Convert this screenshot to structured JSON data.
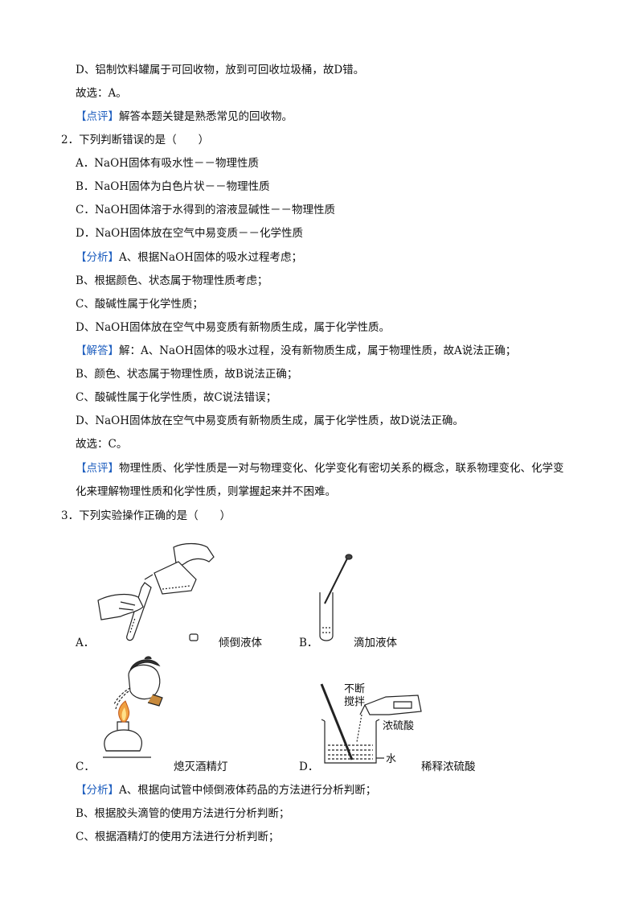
{
  "lines": [
    "D、铝制饮料罐属于可回收物，放到可回收垃圾桶，故D错。",
    "故选：A。",
    "解答本题关键是熟悉常见的回收物。",
    "2．下列判断错误的是（　　）",
    "A．NaOH固体有吸水性－－物理性质",
    "B．NaOH固体为白色片状－－物理性质",
    "C．NaOH固体溶于水得到的溶液显碱性－－物理性质",
    "D．NaOH固体放在空气中易变质－－化学性质",
    "A、根据NaOH固体的吸水过程考虑；",
    "B、根据颜色、状态属于物理性质考虑；",
    "C、酸碱性属于化学性质；",
    "D、NaOH固体放在空气中易变质有新物质生成，属于化学性质。",
    "解：A、NaOH固体的吸水过程，没有新物质生成，属于物理性质，故A说法正确；",
    "B、颜色、状态属于物理性质，故B说法正确；",
    "C、酸碱性属于化学性质，故C说法错误；",
    "D、NaOH固体放在空气中易变质有新物质生成，属于化学性质，故D说法正确。",
    "故选：C。",
    "物理性质、化学性质是一对与物理变化、化学变化有密切关系的概念，联系物理变化、化学变",
    "化来理解物理性质和化学性质，则掌握起来并不困难。",
    "3．下列实验操作正确的是（　　）",
    "A、根据向试管中倾倒液体药品的方法进行分析判断；",
    "B、根据胶头滴管的使用方法进行分析判断；",
    "C、根据酒精灯的使用方法进行分析判断；"
  ],
  "tags": {
    "comment": "【点评】",
    "analysis": "【分析】",
    "answer": "【解答】"
  },
  "options": {
    "a_letter": "A．",
    "a_caption": "倾倒液体",
    "b_letter": "B．",
    "b_caption": "滴加液体",
    "c_letter": "C．",
    "c_caption": "熄灭酒精灯",
    "d_letter": "D．",
    "d_caption": "稀释浓硫酸"
  },
  "figure_d": {
    "stir_label_1": "不断",
    "stir_label_2": "搅拌",
    "acid_label": "浓硫酸",
    "water_label": "水"
  }
}
